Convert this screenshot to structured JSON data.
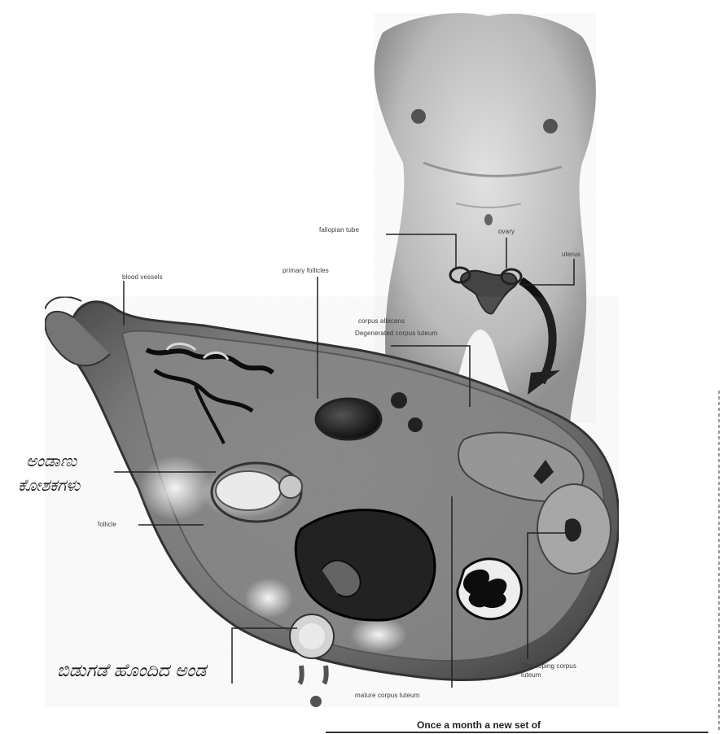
{
  "diagram": {
    "labels": {
      "fallopian_tube": "fallopian tube",
      "ovary": "ovary",
      "uterus": "uterus",
      "blood_vessels": "blood vessels",
      "primary_follicles": "primary follicles",
      "corpus_albicans": "corpus albicans",
      "degenerated_corpus_luteum": "Degenerated corpus luteum",
      "follicle": "follicle",
      "developing_corpus_luteum": "Developing corpus luteum",
      "mature_corpus_luteum": "mature corpus luteum"
    },
    "handwritten": {
      "follicle_note_line1": "ಅಂಡಾಣು",
      "follicle_note_line2": "ಕೋಶಕಗಳು",
      "egg_release_note": "ಬಿಡುಗಡೆ ಹೊಂದಿದ ಅಂಡ"
    },
    "caption": "Once a month a new set of"
  }
}
